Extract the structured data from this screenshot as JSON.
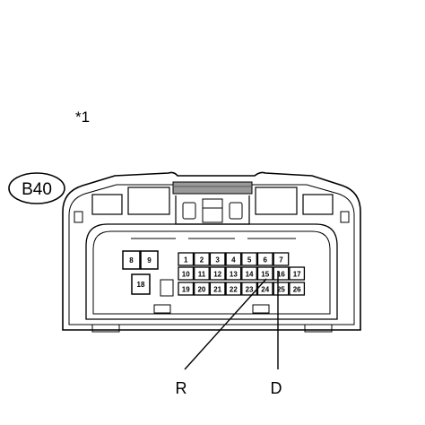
{
  "diagram": {
    "note_marker": "*1",
    "connector_label": "B40",
    "callouts": {
      "r": "R",
      "d": "D"
    },
    "small_pins": [
      "8",
      "9",
      "18"
    ],
    "main_pins": {
      "row1": [
        "1",
        "2",
        "3",
        "4",
        "5",
        "6",
        "7"
      ],
      "row2": [
        "10",
        "11",
        "12",
        "13",
        "14",
        "15",
        "16",
        "17"
      ],
      "row3": [
        "19",
        "20",
        "21",
        "22",
        "23",
        "24",
        "25",
        "26"
      ]
    }
  }
}
